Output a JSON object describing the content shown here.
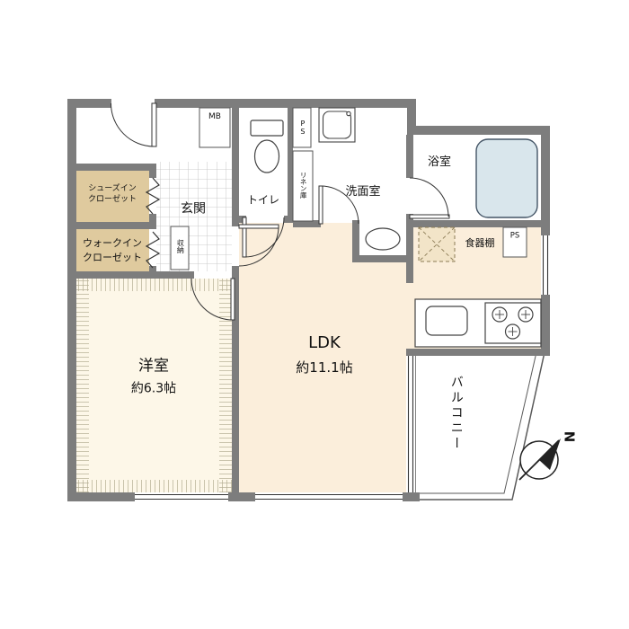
{
  "colors": {
    "wall": "#7d7d7d",
    "ldk_floor": "#fbeedb",
    "western_floor": "#fdf7e8",
    "closet_fill": "#dfca9e",
    "bathtub_fill": "#d9e6ec",
    "cupboard_fill": "#f2e4c8"
  },
  "rooms": {
    "entrance": {
      "label": "玄関"
    },
    "toilet": {
      "label": "トイレ"
    },
    "washroom": {
      "label": "洗面室"
    },
    "bathroom": {
      "label": "浴室"
    },
    "western_room": {
      "label": "洋室",
      "size": "約6.3帖"
    },
    "ldk": {
      "label": "LDK",
      "size": "約11.1帖"
    },
    "balcony": {
      "label": "バルコニー"
    },
    "shoes_in_closet": {
      "line1": "シューズイン",
      "line2": "クローゼット"
    },
    "walk_in_closet": {
      "line1": "ウォークイン",
      "line2": "クローゼット"
    },
    "storage": {
      "label": "収納"
    },
    "linen": {
      "label": "リネン庫"
    },
    "cupboard": {
      "label": "食器棚"
    },
    "meter_box": {
      "label": "MB"
    },
    "pipe_space_top": {
      "label": "PS"
    },
    "pipe_space_kitchen": {
      "label": "PS"
    }
  },
  "compass": {
    "north": "N"
  }
}
